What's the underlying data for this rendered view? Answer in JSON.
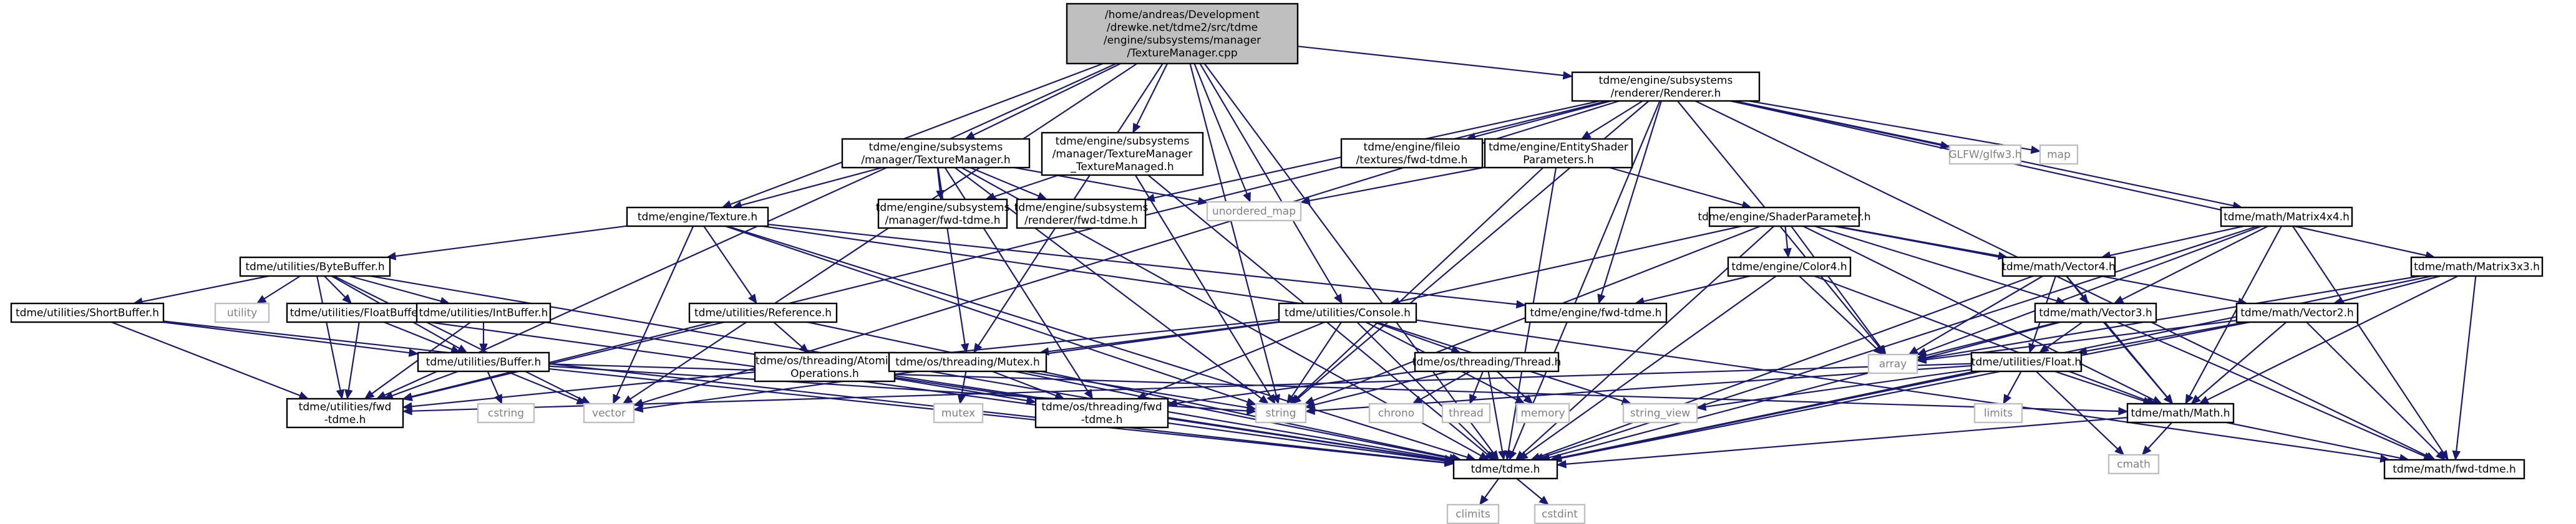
{
  "nodes": [
    {
      "id": "root",
      "kind": "root",
      "lines": [
        "/home/andreas/Development",
        "/drewke.net/tdme2/src/tdme",
        "/engine/subsystems/manager",
        "/TextureManager.cpp"
      ]
    },
    {
      "id": "renderer",
      "kind": "doc",
      "lines": [
        "tdme/engine/subsystems",
        "/renderer/Renderer.h"
      ]
    },
    {
      "id": "texmgr_h",
      "kind": "doc",
      "lines": [
        "tdme/engine/subsystems",
        "/manager/TextureManager.h"
      ]
    },
    {
      "id": "texmgr_managed",
      "kind": "doc",
      "lines": [
        "tdme/engine/subsystems",
        "/manager/TextureManager",
        "_TextureManaged.h"
      ]
    },
    {
      "id": "fileio_fwd",
      "kind": "doc",
      "lines": [
        "tdme/engine/fileio",
        "/textures/fwd-tdme.h"
      ]
    },
    {
      "id": "entity_shader",
      "kind": "doc",
      "lines": [
        "tdme/engine/EntityShader",
        "Parameters.h"
      ]
    },
    {
      "id": "glfw",
      "kind": "ext",
      "lines": [
        "GLFW/glfw3.h"
      ]
    },
    {
      "id": "map",
      "kind": "ext",
      "lines": [
        "map"
      ]
    },
    {
      "id": "texture",
      "kind": "doc",
      "lines": [
        "tdme/engine/Texture.h"
      ]
    },
    {
      "id": "unordered_map",
      "kind": "ext",
      "lines": [
        "unordered_map"
      ]
    },
    {
      "id": "mgr_fwd",
      "kind": "doc",
      "lines": [
        "tdme/engine/subsystems",
        "/manager/fwd-tdme.h"
      ]
    },
    {
      "id": "renderer_fwd",
      "kind": "doc",
      "lines": [
        "tdme/engine/subsystems",
        "/renderer/fwd-tdme.h"
      ]
    },
    {
      "id": "shader_param",
      "kind": "doc",
      "lines": [
        "tdme/engine/ShaderParameter.h"
      ]
    },
    {
      "id": "matrix4x4",
      "kind": "doc",
      "lines": [
        "tdme/math/Matrix4x4.h"
      ]
    },
    {
      "id": "matrix3x3",
      "kind": "doc",
      "lines": [
        "tdme/math/Matrix3x3.h"
      ]
    },
    {
      "id": "bytebuffer",
      "kind": "doc",
      "lines": [
        "tdme/utilities/ByteBuffer.h"
      ]
    },
    {
      "id": "color4",
      "kind": "doc",
      "lines": [
        "tdme/engine/Color4.h"
      ]
    },
    {
      "id": "vector4",
      "kind": "doc",
      "lines": [
        "tdme/math/Vector4.h"
      ]
    },
    {
      "id": "shortbuffer",
      "kind": "doc",
      "lines": [
        "tdme/utilities/ShortBuffer.h"
      ]
    },
    {
      "id": "utility",
      "kind": "ext",
      "lines": [
        "utility"
      ]
    },
    {
      "id": "floatbuffer",
      "kind": "doc",
      "lines": [
        "tdme/utilities/FloatBuffer.h"
      ]
    },
    {
      "id": "intbuffer",
      "kind": "doc",
      "lines": [
        "tdme/utilities/IntBuffer.h"
      ]
    },
    {
      "id": "reference",
      "kind": "doc",
      "lines": [
        "tdme/utilities/Reference.h"
      ]
    },
    {
      "id": "engine_fwd",
      "kind": "doc",
      "lines": [
        "tdme/engine/fwd-tdme.h"
      ]
    },
    {
      "id": "console",
      "kind": "doc",
      "lines": [
        "tdme/utilities/Console.h"
      ]
    },
    {
      "id": "vector3",
      "kind": "doc",
      "lines": [
        "tdme/math/Vector3.h"
      ]
    },
    {
      "id": "vector2",
      "kind": "doc",
      "lines": [
        "tdme/math/Vector2.h"
      ]
    },
    {
      "id": "buffer",
      "kind": "doc",
      "lines": [
        "tdme/utilities/Buffer.h"
      ]
    },
    {
      "id": "atomic",
      "kind": "doc",
      "lines": [
        "tdme/os/threading/Atomic",
        "Operations.h"
      ]
    },
    {
      "id": "mutex_h",
      "kind": "doc",
      "lines": [
        "tdme/os/threading/Mutex.h"
      ]
    },
    {
      "id": "thread_h",
      "kind": "doc",
      "lines": [
        "tdme/os/threading/Thread.h"
      ]
    },
    {
      "id": "array",
      "kind": "ext",
      "lines": [
        "array"
      ]
    },
    {
      "id": "float_h",
      "kind": "doc",
      "lines": [
        "tdme/utilities/Float.h"
      ]
    },
    {
      "id": "util_fwd",
      "kind": "doc",
      "lines": [
        "tdme/utilities/fwd",
        "-tdme.h"
      ]
    },
    {
      "id": "cstring",
      "kind": "ext",
      "lines": [
        "cstring"
      ]
    },
    {
      "id": "vector",
      "kind": "ext",
      "lines": [
        "vector"
      ]
    },
    {
      "id": "mutex",
      "kind": "ext",
      "lines": [
        "mutex"
      ]
    },
    {
      "id": "threading_fwd",
      "kind": "doc",
      "lines": [
        "tdme/os/threading/fwd",
        "-tdme.h"
      ]
    },
    {
      "id": "string",
      "kind": "ext",
      "lines": [
        "string"
      ]
    },
    {
      "id": "chrono",
      "kind": "ext",
      "lines": [
        "chrono"
      ]
    },
    {
      "id": "thread",
      "kind": "ext",
      "lines": [
        "thread"
      ]
    },
    {
      "id": "memory",
      "kind": "ext",
      "lines": [
        "memory"
      ]
    },
    {
      "id": "string_view",
      "kind": "ext",
      "lines": [
        "string_view"
      ]
    },
    {
      "id": "limits",
      "kind": "ext",
      "lines": [
        "limits"
      ]
    },
    {
      "id": "math_h",
      "kind": "doc",
      "lines": [
        "tdme/math/Math.h"
      ]
    },
    {
      "id": "cmath",
      "kind": "ext",
      "lines": [
        "cmath"
      ]
    },
    {
      "id": "tdme_h",
      "kind": "doc",
      "lines": [
        "tdme/tdme.h"
      ]
    },
    {
      "id": "math_fwd",
      "kind": "doc",
      "lines": [
        "tdme/math/fwd-tdme.h"
      ]
    },
    {
      "id": "climits",
      "kind": "ext",
      "lines": [
        "climits"
      ]
    },
    {
      "id": "cstdint",
      "kind": "ext",
      "lines": [
        "cstdint"
      ]
    }
  ],
  "edges": [
    [
      "root",
      "renderer"
    ],
    [
      "root",
      "texmgr_h"
    ],
    [
      "root",
      "texmgr_managed"
    ],
    [
      "root",
      "texture"
    ],
    [
      "root",
      "unordered_map"
    ],
    [
      "root",
      "console"
    ],
    [
      "root",
      "mutex_h"
    ],
    [
      "root",
      "string"
    ],
    [
      "root",
      "tdme_h"
    ],
    [
      "root",
      "util_fwd"
    ],
    [
      "root",
      "vector"
    ],
    [
      "renderer",
      "fileio_fwd"
    ],
    [
      "renderer",
      "entity_shader"
    ],
    [
      "renderer",
      "glfw"
    ],
    [
      "renderer",
      "map"
    ],
    [
      "renderer",
      "matrix4x4"
    ],
    [
      "renderer",
      "matrix3x3"
    ],
    [
      "renderer",
      "renderer_fwd"
    ],
    [
      "renderer",
      "engine_fwd"
    ],
    [
      "renderer",
      "array"
    ],
    [
      "renderer",
      "vector"
    ],
    [
      "renderer",
      "string"
    ],
    [
      "renderer",
      "tdme_h"
    ],
    [
      "renderer",
      "math_fwd"
    ],
    [
      "renderer",
      "util_fwd"
    ],
    [
      "texmgr_h",
      "texture"
    ],
    [
      "texmgr_h",
      "mgr_fwd"
    ],
    [
      "texmgr_h",
      "renderer_fwd"
    ],
    [
      "texmgr_h",
      "unordered_map"
    ],
    [
      "texmgr_h",
      "mutex_h"
    ],
    [
      "texmgr_h",
      "string"
    ],
    [
      "texmgr_h",
      "tdme_h"
    ],
    [
      "texmgr_h",
      "threading_fwd"
    ],
    [
      "texmgr_managed",
      "mgr_fwd"
    ],
    [
      "texmgr_managed",
      "string"
    ],
    [
      "texmgr_managed",
      "tdme_h"
    ],
    [
      "entity_shader",
      "shader_param"
    ],
    [
      "entity_shader",
      "unordered_map"
    ],
    [
      "entity_shader",
      "string"
    ],
    [
      "entity_shader",
      "tdme_h"
    ],
    [
      "texture",
      "bytebuffer"
    ],
    [
      "texture",
      "reference"
    ],
    [
      "texture",
      "engine_fwd"
    ],
    [
      "texture",
      "vector"
    ],
    [
      "texture",
      "string"
    ],
    [
      "texture",
      "tdme_h"
    ],
    [
      "texture",
      "math_fwd"
    ],
    [
      "shader_param",
      "color4"
    ],
    [
      "shader_param",
      "vector4"
    ],
    [
      "shader_param",
      "vector3"
    ],
    [
      "shader_param",
      "vector2"
    ],
    [
      "shader_param",
      "console"
    ],
    [
      "shader_param",
      "array"
    ],
    [
      "shader_param",
      "string"
    ],
    [
      "shader_param",
      "tdme_h"
    ],
    [
      "shader_param",
      "math_h"
    ],
    [
      "matrix4x4",
      "vector4"
    ],
    [
      "matrix4x4",
      "vector3"
    ],
    [
      "matrix4x4",
      "array"
    ],
    [
      "matrix4x4",
      "math_h"
    ],
    [
      "matrix4x4",
      "tdme_h"
    ],
    [
      "matrix4x4",
      "math_fwd"
    ],
    [
      "matrix3x3",
      "vector2"
    ],
    [
      "matrix3x3",
      "array"
    ],
    [
      "matrix3x3",
      "math_h"
    ],
    [
      "matrix3x3",
      "tdme_h"
    ],
    [
      "matrix3x3",
      "math_fwd"
    ],
    [
      "bytebuffer",
      "shortbuffer"
    ],
    [
      "bytebuffer",
      "utility"
    ],
    [
      "bytebuffer",
      "floatbuffer"
    ],
    [
      "bytebuffer",
      "intbuffer"
    ],
    [
      "bytebuffer",
      "buffer"
    ],
    [
      "bytebuffer",
      "util_fwd"
    ],
    [
      "bytebuffer",
      "vector"
    ],
    [
      "bytebuffer",
      "tdme_h"
    ],
    [
      "color4",
      "engine_fwd"
    ],
    [
      "color4",
      "array"
    ],
    [
      "color4",
      "math_h"
    ],
    [
      "color4",
      "tdme_h"
    ],
    [
      "vector4",
      "vector3"
    ],
    [
      "vector4",
      "float_h"
    ],
    [
      "vector4",
      "array"
    ],
    [
      "vector4",
      "math_h"
    ],
    [
      "vector4",
      "tdme_h"
    ],
    [
      "shortbuffer",
      "buffer"
    ],
    [
      "shortbuffer",
      "util_fwd"
    ],
    [
      "shortbuffer",
      "tdme_h"
    ],
    [
      "floatbuffer",
      "buffer"
    ],
    [
      "floatbuffer",
      "util_fwd"
    ],
    [
      "floatbuffer",
      "tdme_h"
    ],
    [
      "intbuffer",
      "buffer"
    ],
    [
      "intbuffer",
      "util_fwd"
    ],
    [
      "intbuffer",
      "tdme_h"
    ],
    [
      "reference",
      "atomic"
    ],
    [
      "reference",
      "util_fwd"
    ],
    [
      "reference",
      "tdme_h"
    ],
    [
      "console",
      "mutex_h"
    ],
    [
      "console",
      "thread_h"
    ],
    [
      "console",
      "string"
    ],
    [
      "console",
      "string_view"
    ],
    [
      "console",
      "vector"
    ],
    [
      "console",
      "memory"
    ],
    [
      "console",
      "tdme_h"
    ],
    [
      "console",
      "util_fwd"
    ],
    [
      "console",
      "threading_fwd"
    ],
    [
      "vector3",
      "float_h"
    ],
    [
      "vector3",
      "array"
    ],
    [
      "vector3",
      "math_h"
    ],
    [
      "vector3",
      "tdme_h"
    ],
    [
      "vector3",
      "math_fwd"
    ],
    [
      "vector2",
      "float_h"
    ],
    [
      "vector2",
      "array"
    ],
    [
      "vector2",
      "math_h"
    ],
    [
      "vector2",
      "tdme_h"
    ],
    [
      "vector2",
      "math_fwd"
    ],
    [
      "buffer",
      "cstring"
    ],
    [
      "buffer",
      "vector"
    ],
    [
      "buffer",
      "string"
    ],
    [
      "buffer",
      "util_fwd"
    ],
    [
      "buffer",
      "tdme_h"
    ],
    [
      "buffer",
      "math_h"
    ],
    [
      "atomic",
      "threading_fwd"
    ],
    [
      "atomic",
      "tdme_h"
    ],
    [
      "mutex_h",
      "mutex"
    ],
    [
      "mutex_h",
      "string"
    ],
    [
      "mutex_h",
      "threading_fwd"
    ],
    [
      "mutex_h",
      "tdme_h"
    ],
    [
      "thread_h",
      "chrono"
    ],
    [
      "thread_h",
      "thread"
    ],
    [
      "thread_h",
      "memory"
    ],
    [
      "thread_h",
      "string"
    ],
    [
      "thread_h",
      "threading_fwd"
    ],
    [
      "thread_h",
      "tdme_h"
    ],
    [
      "float_h",
      "limits"
    ],
    [
      "float_h",
      "string"
    ],
    [
      "float_h",
      "string_view"
    ],
    [
      "float_h",
      "math_h"
    ],
    [
      "float_h",
      "cmath"
    ],
    [
      "float_h",
      "tdme_h"
    ],
    [
      "float_h",
      "util_fwd"
    ],
    [
      "math_h",
      "cmath"
    ],
    [
      "math_h",
      "tdme_h"
    ],
    [
      "math_h",
      "math_fwd"
    ],
    [
      "tdme_h",
      "climits"
    ],
    [
      "tdme_h",
      "cstdint"
    ]
  ]
}
